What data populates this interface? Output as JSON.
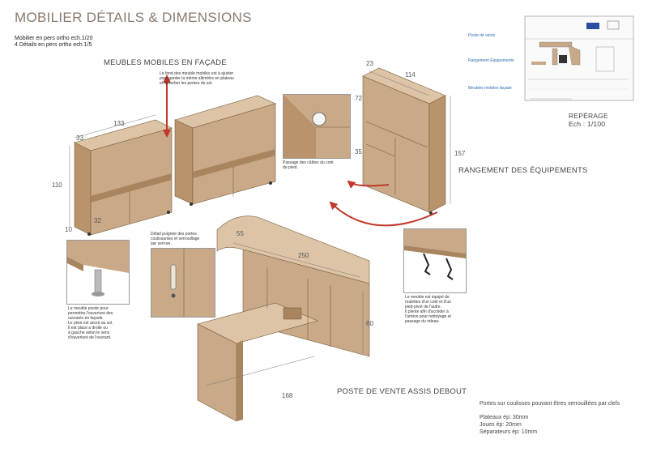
{
  "title": "MOBILIER DÉTAILS & DIMENSIONS",
  "subtitle_lines": [
    "Mobilier en pers ortho ech.1/20",
    "4 Détails en pers ortho ech.1/5"
  ],
  "sections": {
    "meubles_mobiles": "MEUBLES MOBILES EN FAÇADE",
    "rangement": "RANGEMENT DES ÉQUIPEMENTS",
    "poste_vente": "POSTE DE VENTE ASSIS DEBOUT",
    "reperage": "REPÉRAGE",
    "reperage_scale": "Ech : 1/100"
  },
  "legend_labels": [
    "Poste de vente",
    "Rangement Équipements",
    "Meubles mobiles façade"
  ],
  "notes": {
    "fond_meuble": [
      "Le fond des meuble mobiles est à ajuster",
      "pour garder la même altimètre en plateau",
      "et absorber les pentes du sol."
    ],
    "passage_cables": [
      "Passage des câbles du coté",
      "du pivot."
    ],
    "pivote": [
      "Le meuble pivote pour",
      "permettre l'ouverture des",
      "ouvrants en façade",
      "Le pivot est ancré au sol.",
      "Il est placé a droite ou",
      "à gauche selon le sens",
      "d'ouverture de l'ouvrant."
    ],
    "poignee": [
      "Détail poignée des portes",
      "coulissantes et verrouillage",
      "par serrure."
    ],
    "roulettes": [
      "Le meuble est équipé de",
      "roulettes d'un coté et d'un",
      "pied-pivot de l'autre.",
      "Il pivote afin d'accéder à",
      "l'arrière pour nettoyage et",
      "passage du rideau."
    ]
  },
  "dimensions": {
    "meuble_depth": "33",
    "meuble_width": "133",
    "meuble_height": "110",
    "meuble_plinth": "10",
    "meuble_inner": "32",
    "rang_depth": "23",
    "rang_width": "114",
    "rang_top": "72",
    "rang_mid": "35",
    "rang_height": "157",
    "desk_width": "250",
    "desk_left": "168",
    "desk_height": "60",
    "desk_depth": "55"
  },
  "specs": [
    "Portes sur coulisses pouvant êtres verrouillées par clefs",
    "Plateaux ép: 30mm",
    "Joues ép: 20mm",
    "Séparateurs ép: 10mm"
  ],
  "colors": {
    "wood": "#c9a987",
    "wood_dark": "#a8845f",
    "wood_light": "#ddc4a6",
    "arrow": "#c0392b",
    "title": "#8a7a6e"
  }
}
